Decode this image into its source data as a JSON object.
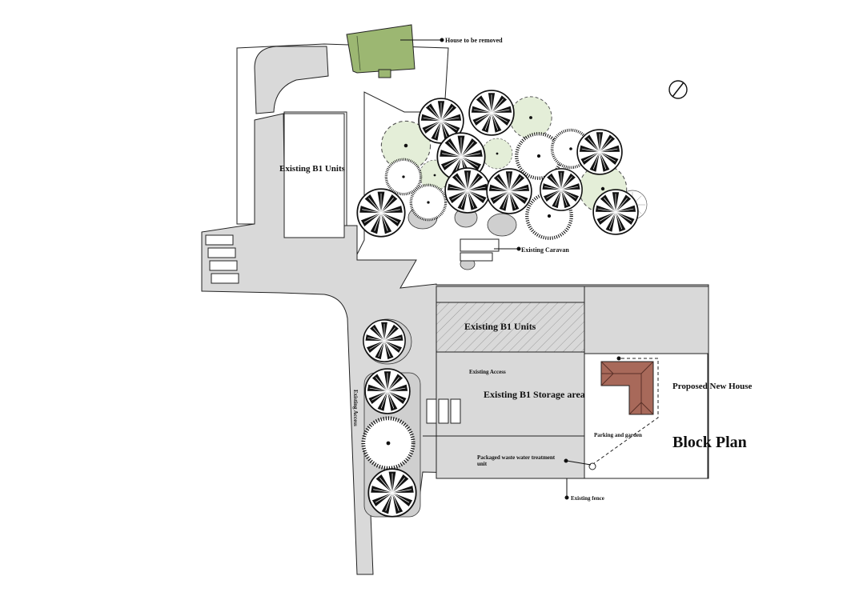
{
  "labels": {
    "house_removed": "House to be removed",
    "existing_b1_units_north": "Existing B1 Units",
    "existing_caravan": "Existing Caravan",
    "existing_b1_units_south": "Existing B1 Units",
    "existing_access_east": "Existing Access",
    "existing_b1_storage": "Existing B1 Storage area",
    "existing_access_road": "Existing Access",
    "proposed_new_house": "Proposed New House",
    "parking_garden": "Parking and garden",
    "block_plan": "Block Plan",
    "waste_water_unit": "Packaged waste water treatment unit",
    "existing_fence": "Existing fence"
  },
  "colors": {
    "house_removed": "#9cb772",
    "new_house": "#a8695a",
    "tree_light": "#e4eed8",
    "road": "#d9d9d9",
    "hatch": "#9a9a9a"
  },
  "icons": [
    "north-arrow-icon",
    "tree-icon",
    "leader-arrow-icon"
  ]
}
